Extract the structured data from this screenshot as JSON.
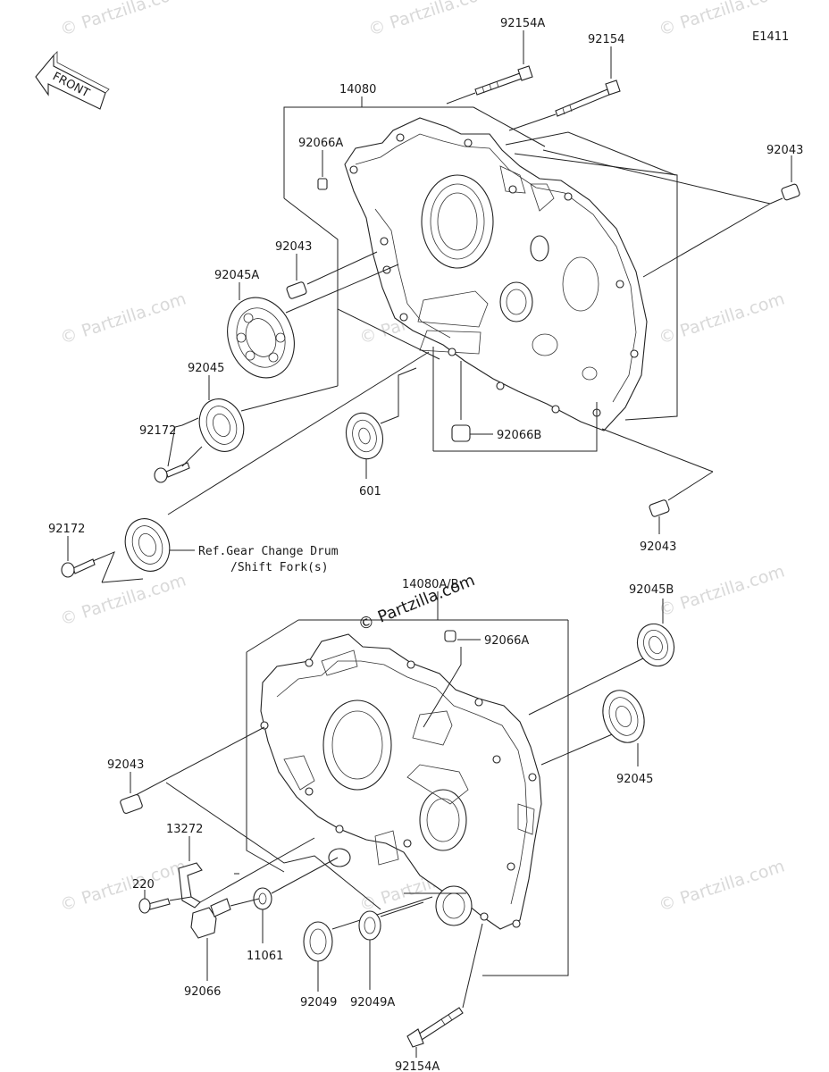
{
  "diagram": {
    "code": "E1411",
    "front_label": "FRONT",
    "reference_note_line1": "Ref.Gear Change Drum",
    "reference_note_line2": "/Shift Fork(s)",
    "watermark_center": "© Partzilla.com",
    "watermark_text": "© Partzilla.com",
    "labels": {
      "p92154A_top": "92154A",
      "p92154_top": "92154",
      "p14080": "14080",
      "p92066A_top": "92066A",
      "p92043_right": "92043",
      "p92043_left": "92043",
      "p92045A": "92045A",
      "p92045_left": "92045",
      "p92172_a": "92172",
      "p601": "601",
      "p92066B": "92066B",
      "p92172_b": "92172",
      "p92043_mid": "92043",
      "p14080A_B": "14080A/B",
      "p92066A_low": "92066A",
      "p92045B": "92045B",
      "p92043_low": "92043",
      "p92045_right": "92045",
      "p13272": "13272",
      "p220": "220",
      "p11061": "11061",
      "p92066": "92066",
      "p92049": "92049",
      "p92049A": "92049A",
      "p92154A_bot": "92154A"
    }
  }
}
